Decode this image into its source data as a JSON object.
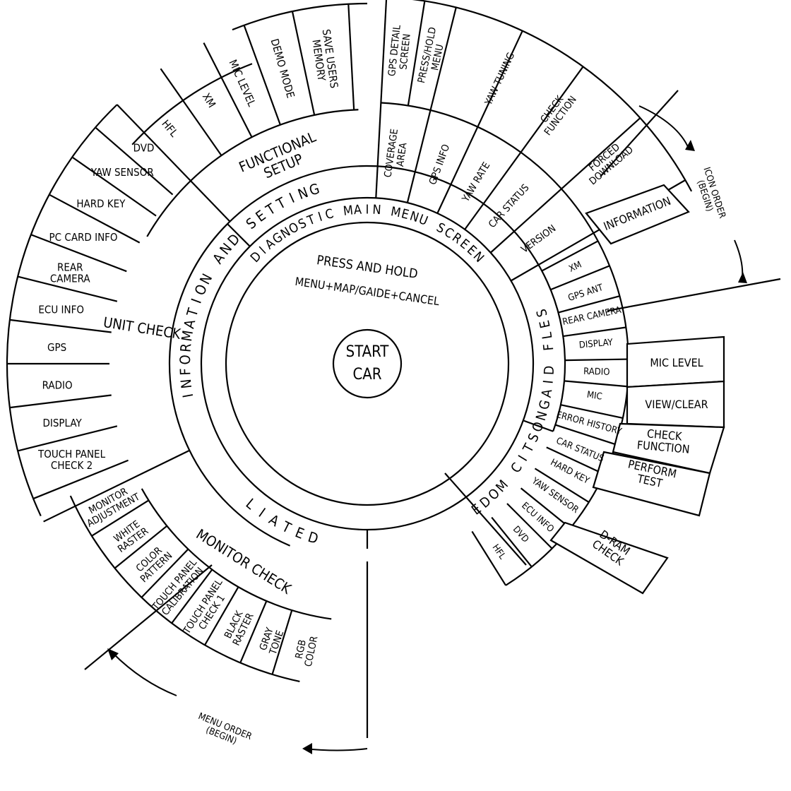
{
  "center": {
    "line1": "START",
    "line2": "CAR"
  },
  "instruction": {
    "line1": "PRESS AND HOLD",
    "line2": "MENU+MAP/GAIDE+CANCEL"
  },
  "main_menu_title": "DIAGNOSTIC MAIN MENU SCREEN",
  "sections": {
    "setting": "INFORMATION AND SETTING",
    "detail": "DETAIL",
    "self_diag": "SELF DIAGNOSTIC MODE"
  },
  "groups": {
    "functional_setup": [
      "FUNCTIONAL",
      "SETUP"
    ],
    "unit_check": "UNIT CHECK",
    "monitor_check": "MONITOR CHECK"
  },
  "functional_items": [
    "HFL",
    "XM",
    "MIC LEVEL",
    "DEMO MODE",
    [
      "SAVE USERS",
      "MEMORY"
    ]
  ],
  "unit_check_items": [
    "DVD",
    "YAW SENSOR",
    "HARD KEY",
    "PC CARD INFO",
    [
      "REAR",
      "CAMERA"
    ],
    "ECU INFO",
    "GPS",
    "RADIO",
    "DISPLAY",
    [
      "TOUCH PANEL",
      "CHECK 2"
    ]
  ],
  "monitor_items": [
    [
      "MONITOR",
      "ADJUSTMENT"
    ],
    [
      "WHITE",
      "RASTER"
    ],
    [
      "COLOR",
      "PATTERN"
    ],
    [
      "TOUCH PANEL",
      "CALIBRATION"
    ],
    [
      "TOUCH PANEL",
      "CHECK 1"
    ],
    [
      "BLACK",
      "RASTER"
    ],
    [
      "GRAY",
      "TONE"
    ],
    [
      "RGB",
      "COLOR"
    ]
  ],
  "info_inner": [
    [
      "COVERAGE",
      "AREA"
    ],
    "GPS INFO",
    "YAW RATE",
    "CAR STATUS",
    "VERSION"
  ],
  "info_outer": [
    [
      "GPS DETAIL",
      "SCREEN"
    ],
    [
      "PRESS/HOLD",
      "MENU"
    ],
    "YAW TUNING",
    [
      "CHECK",
      "FUNCTION"
    ],
    [
      "FORCED",
      "DOWNLOAD"
    ]
  ],
  "self_diag_items": [
    "XM",
    "GPS ANT",
    "REAR CAMERA",
    "DISPLAY",
    "RADIO",
    "MIC",
    "ERROR HISTORY",
    "CAR STATUS",
    "HARD KEY",
    "YAW SENSOR",
    "ECU INFO",
    "DVD",
    "HFL"
  ],
  "xm_sub": "INFORMATION",
  "mic_sub": "MIC LEVEL",
  "error_sub": "VIEW/CLEAR",
  "car_status_sub": [
    "CHECK",
    "FUNCTION"
  ],
  "hard_key_sub": [
    "PERFORM",
    "TEST"
  ],
  "ecu_sub": [
    "D-RAM",
    "CHECK"
  ],
  "icon_order": [
    "ICON ORDER",
    "(BEGIN)"
  ],
  "menu_order": [
    "MENU ORDER",
    "(BEGIN)"
  ]
}
